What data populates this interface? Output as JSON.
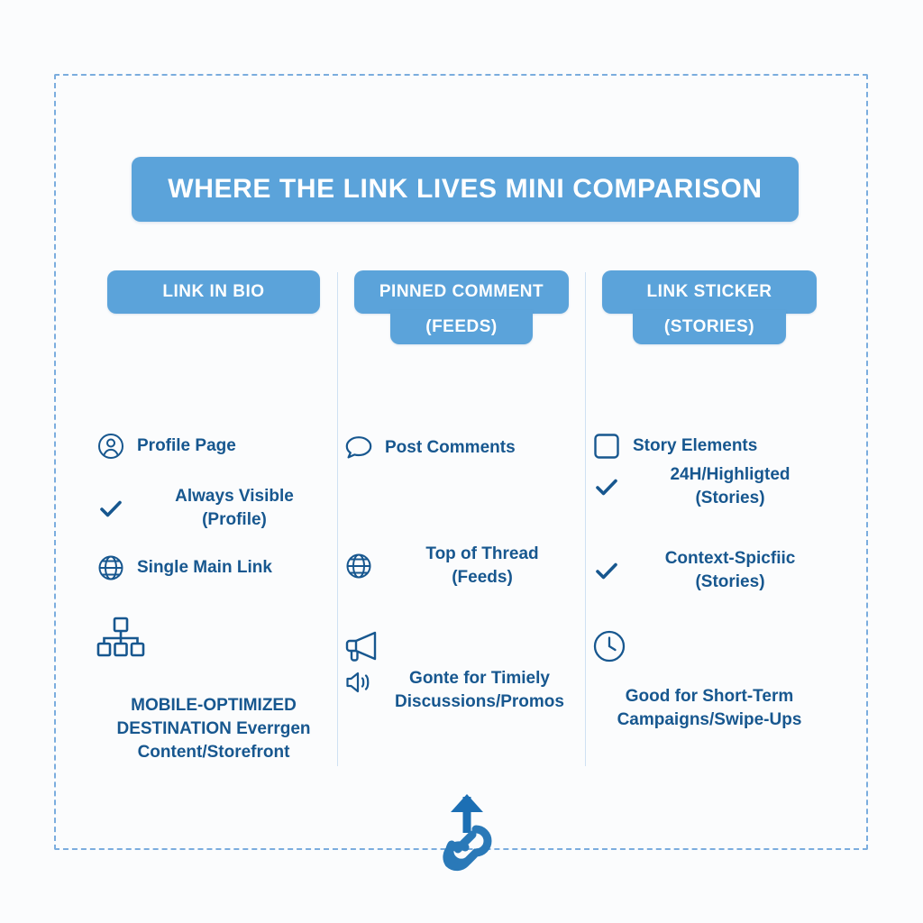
{
  "page": {
    "background_color": "#fbfcfd",
    "frame_border_color": "#7badde",
    "accent_blue": "#5ba3da",
    "text_blue": "#17578f",
    "emblem_blue": "#1c6fb4"
  },
  "title": {
    "text": "WHERE THE LINK LIVES MINI COMPARISON"
  },
  "columns": [
    {
      "header_line1": "LINK IN BIO",
      "header_line2": "",
      "features": [
        {
          "icon": "user-circle-icon",
          "label": "Profile Page",
          "align": "left"
        },
        {
          "icon": "check-icon",
          "label": "Always Visible\n(Profile)",
          "align": "center"
        },
        {
          "icon": "globe-icon",
          "label": "Single Main Link",
          "align": "left"
        },
        {
          "icon": "sitemap-icon",
          "label": "",
          "align": "left"
        }
      ],
      "footer_icon": "",
      "footer_text": "MOBILE-OPTIMIZED DESTINATION Everrgen Content/Storefront"
    },
    {
      "header_line1": "PINNED COMMENT",
      "header_line2": "(FEEDS)",
      "features": [
        {
          "icon": "speech-bubble-icon",
          "label": "Post Comments",
          "align": "left"
        },
        {
          "icon": "globe-icon",
          "label": "Top of Thread\n(Feeds)",
          "align": "center"
        },
        {
          "icon": "megaphone-icon",
          "label": "",
          "align": "left"
        }
      ],
      "footer_icon": "speaker-icon",
      "footer_text": "Gonte for Timiely Discussions/Promos"
    },
    {
      "header_line1": "LINK STICKER",
      "header_line2": "(STORIES)",
      "features": [
        {
          "icon": "square-outline-icon",
          "label": "Story Elements",
          "align": "left"
        },
        {
          "icon": "check-icon",
          "label": "24H/Highligted\n(Stories)",
          "align": "center"
        },
        {
          "icon": "check-icon",
          "label": "Context-Spicfiic\n(Stories)",
          "align": "center"
        },
        {
          "icon": "clock-icon",
          "label": "",
          "align": "left"
        }
      ],
      "footer_icon": "",
      "footer_text": "Good for Short-Term Campaigns/Swipe-Ups"
    }
  ],
  "bottom_emblem": {
    "icon": "link-arrow-up-icon"
  }
}
